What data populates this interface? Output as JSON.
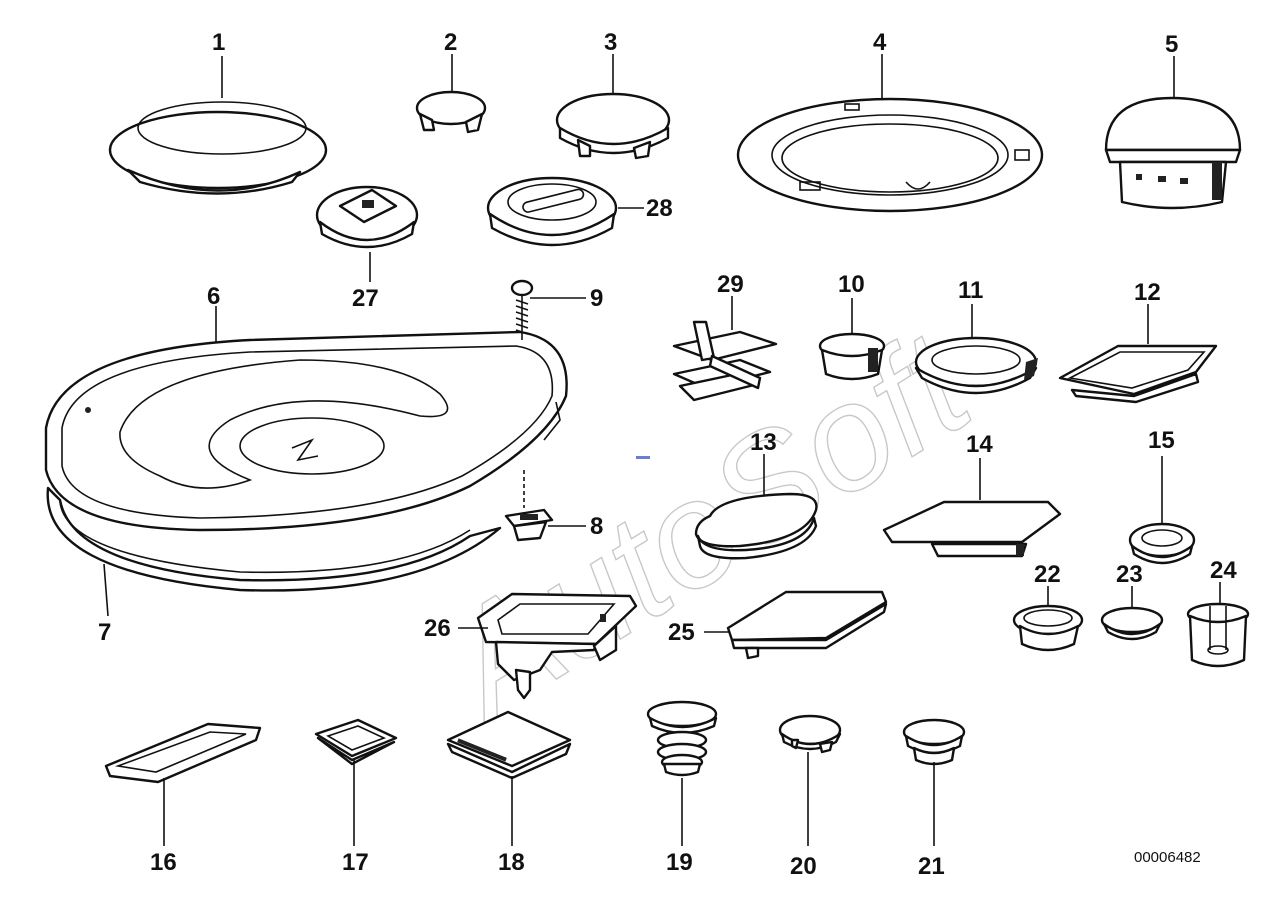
{
  "watermark": "AutoSoft",
  "diagram_ref": "00006482",
  "callouts": {
    "p1": "1",
    "p2": "2",
    "p3": "3",
    "p4": "4",
    "p5": "5",
    "p6": "6",
    "p7": "7",
    "p8": "8",
    "p9": "9",
    "p10": "10",
    "p11": "11",
    "p12": "12",
    "p13": "13",
    "p14": "14",
    "p15": "15",
    "p16": "16",
    "p17": "17",
    "p18": "18",
    "p19": "19",
    "p20": "20",
    "p21": "21",
    "p22": "22",
    "p23": "23",
    "p24": "24",
    "p25": "25",
    "p26": "26",
    "p27": "27",
    "p28": "28",
    "p29": "29"
  },
  "colors": {
    "line": "#111111",
    "background": "#ffffff",
    "watermark": "#c8c8c8"
  }
}
